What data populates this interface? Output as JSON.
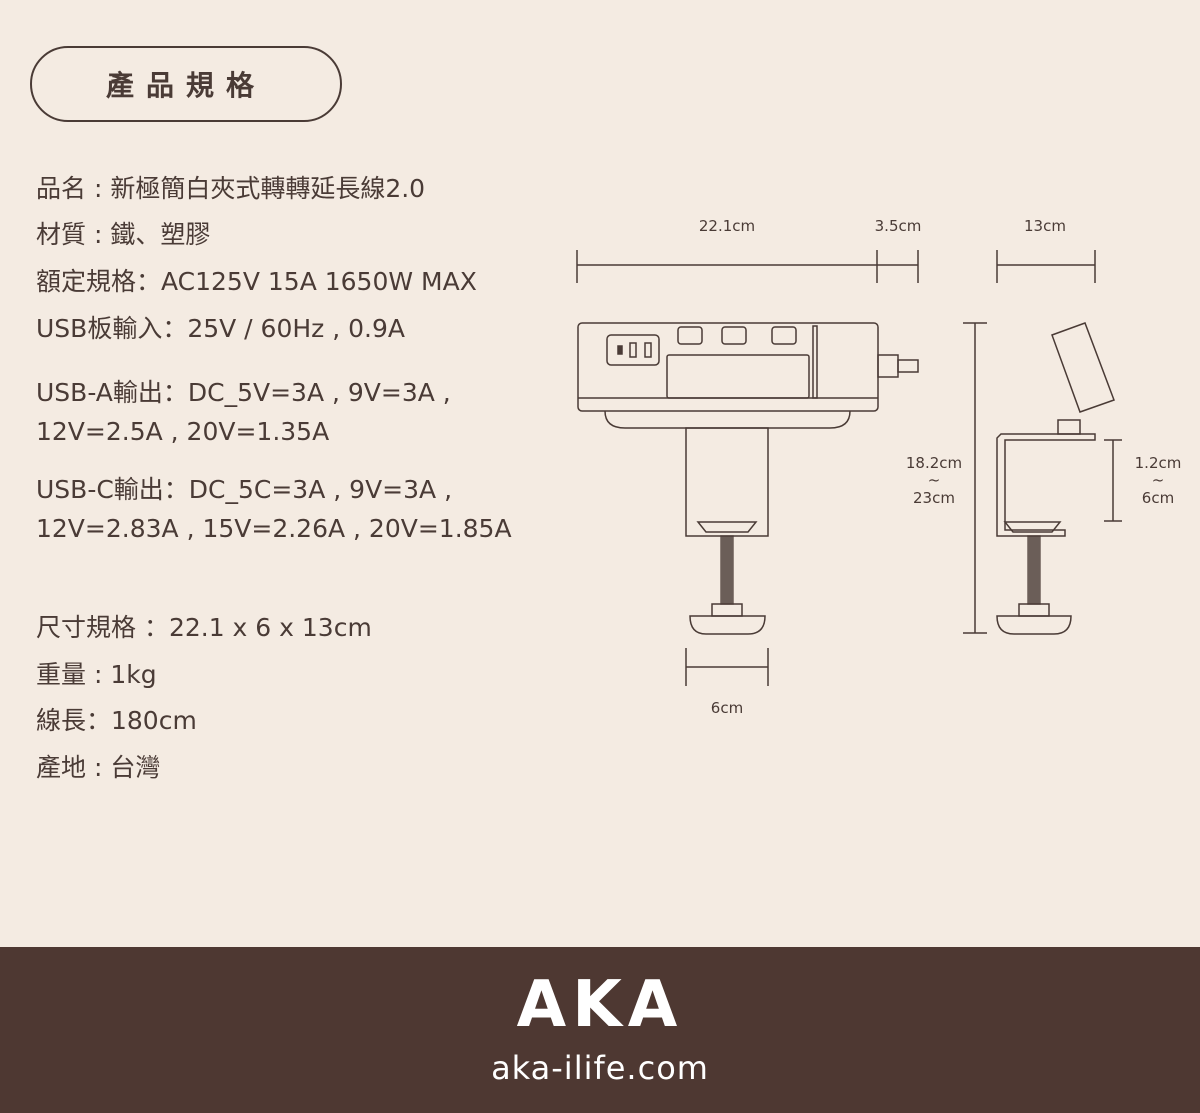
{
  "header": {
    "title": "產品規格"
  },
  "specs": [
    "品名 : 新極簡白夾式轉轉延長線2.0",
    "材質 : 鐵、塑膠",
    "額定規格：AC125V 15A 1650W MAX",
    "USB板輸入：25V / 60Hz , 0.9A",
    "USB-A輸出：DC_5V=3A , 9V=3A ,",
    "12V=2.5A , 20V=1.35A",
    "USB-C輸出：DC_5C=3A , 9V=3A ,",
    "12V=2.83A , 15V=2.26A , 20V=1.85A",
    "尺寸規格 ：22.1 x 6 x 13cm",
    "重量 : 1kg",
    "線長：180cm",
    "產地 : 台灣"
  ],
  "dimensions": {
    "length": "22.1cm",
    "cord": "3.5cm",
    "depth": "13cm",
    "height_a": "18.2cm",
    "height_sep": "~",
    "height_b": "23cm",
    "clamp_a": "1.2cm",
    "clamp_sep": "~",
    "clamp_b": "6cm",
    "clamp_width": "6cm"
  },
  "footer": {
    "logo": "AKA",
    "url": "aka-ilife.com"
  },
  "colors": {
    "background": "#f4ebe2",
    "text": "#4a3b36",
    "footer": "#4e3832"
  }
}
